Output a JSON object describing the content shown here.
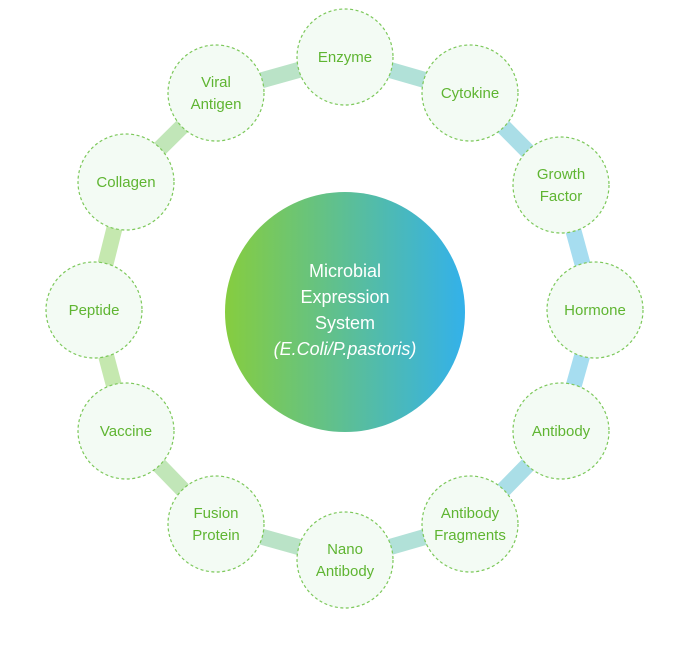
{
  "center": {
    "lines": [
      "Microbial",
      "Expression",
      "System"
    ],
    "subtitle": "(E.Coli/P.pastoris)"
  },
  "nodes": [
    {
      "id": "enzyme",
      "lines": [
        "Enzyme"
      ]
    },
    {
      "id": "cytokine",
      "lines": [
        "Cytokine"
      ]
    },
    {
      "id": "growth-factor",
      "lines": [
        "Growth",
        "Factor"
      ]
    },
    {
      "id": "hormone",
      "lines": [
        "Hormone"
      ]
    },
    {
      "id": "antibody",
      "lines": [
        "Antibody"
      ]
    },
    {
      "id": "antibody-fragments",
      "lines": [
        "Antibody",
        "Fragments"
      ]
    },
    {
      "id": "nano-antibody",
      "lines": [
        "Nano",
        "Antibody"
      ]
    },
    {
      "id": "fusion-protein",
      "lines": [
        "Fusion",
        "Protein"
      ]
    },
    {
      "id": "vaccine",
      "lines": [
        "Vaccine"
      ]
    },
    {
      "id": "peptide",
      "lines": [
        "Peptide"
      ]
    },
    {
      "id": "collagen",
      "lines": [
        "Collagen"
      ]
    },
    {
      "id": "viral-antigen",
      "lines": [
        "Viral",
        "Antigen"
      ]
    }
  ],
  "colors": {
    "gradient_start": "#86cd3f",
    "gradient_end": "#33b1ea",
    "node_text": "#5fb532",
    "node_border": "#7cc85a",
    "node_fill": "#f3fbf4"
  }
}
